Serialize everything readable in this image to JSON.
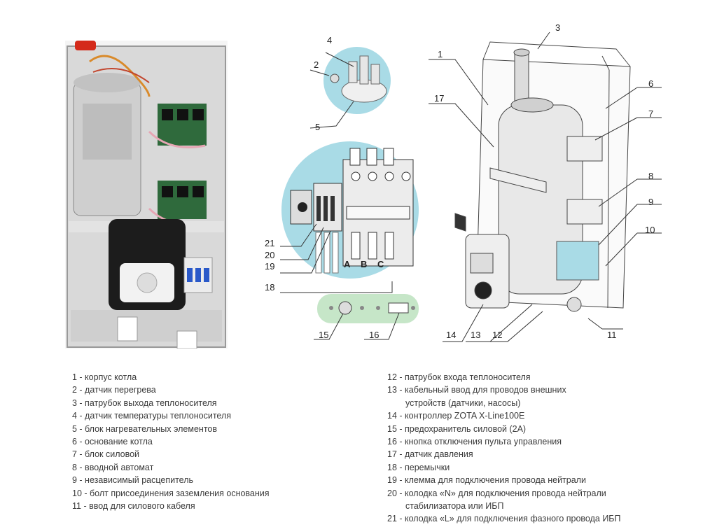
{
  "callouts": [
    "1",
    "2",
    "3",
    "4",
    "5",
    "6",
    "7",
    "8",
    "9",
    "10",
    "11",
    "12",
    "13",
    "14",
    "15",
    "16",
    "17",
    "18",
    "19",
    "20",
    "21"
  ],
  "terminal_labels": {
    "a": "A",
    "b": "B",
    "c": "C"
  },
  "legend_left": [
    "1 - корпус котла",
    "2 - датчик перегрева",
    "3 - патрубок выхода теплоносителя",
    "4 - датчик температуры теплоносителя",
    "5 - блок нагревательных элементов",
    "6 - основание котла",
    "7 - блок силовой",
    "8 - вводной автомат",
    "9 - независимый расцепитель",
    "10 - болт присоединения заземления основания",
    "11 - ввод для силового кабеля"
  ],
  "legend_right": [
    "12 - патрубок входа теплоносителя",
    "13 - кабельный ввод для проводов внешних",
    "устройств (датчики, насосы)",
    "14 - контроллер ZOTA X-Line100E",
    "15 - предохранитель силовой (2А)",
    "16 - кнопка отключения пульта управления",
    "17 - датчик давления",
    "18 - перемычки",
    "19 - клемма для подключения провода нейтрали",
    "20 - колодка «N» для подключения провода нейтрали",
    "стабилизатора или ИБП",
    "21 - колодка «L» для подключения фазного провода ИБП"
  ],
  "colors": {
    "callout_circle": "#a9dbe6",
    "panel": "#c6e6c8",
    "cylinder": "#e8e8e8",
    "frame": "#444444"
  }
}
